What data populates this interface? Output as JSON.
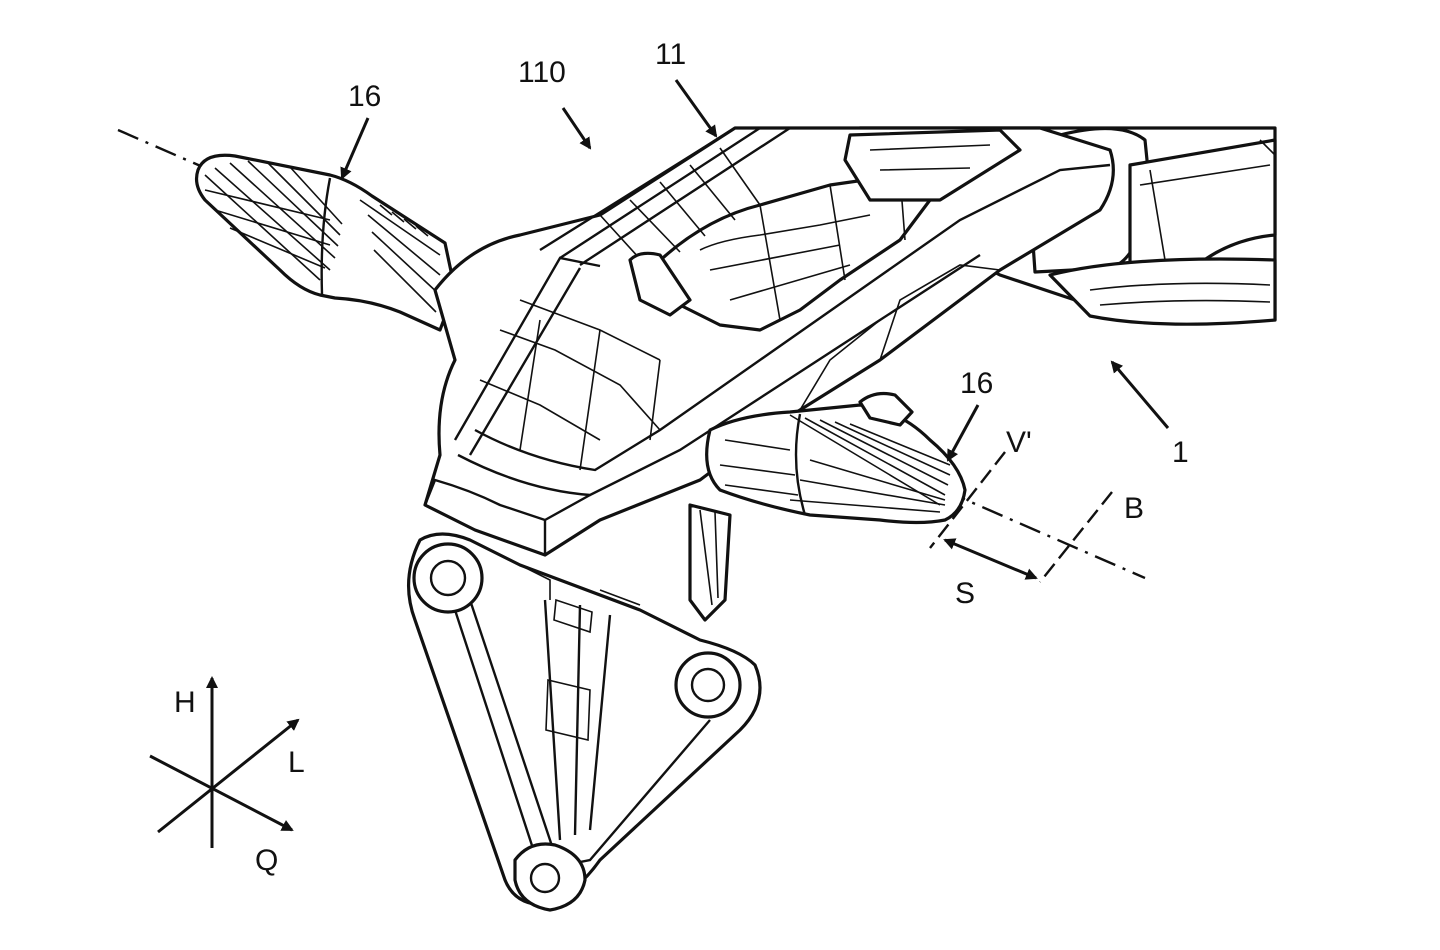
{
  "reference_numerals": {
    "nozzle_left": "16",
    "body_110": "110",
    "rail_11": "11",
    "nozzle_right": "16",
    "vehicle_1": "1",
    "plane_v": "V'",
    "plane_b": "B",
    "distance_s": "S"
  },
  "axes_legend": {
    "h": "H",
    "l": "L",
    "q": "Q"
  }
}
